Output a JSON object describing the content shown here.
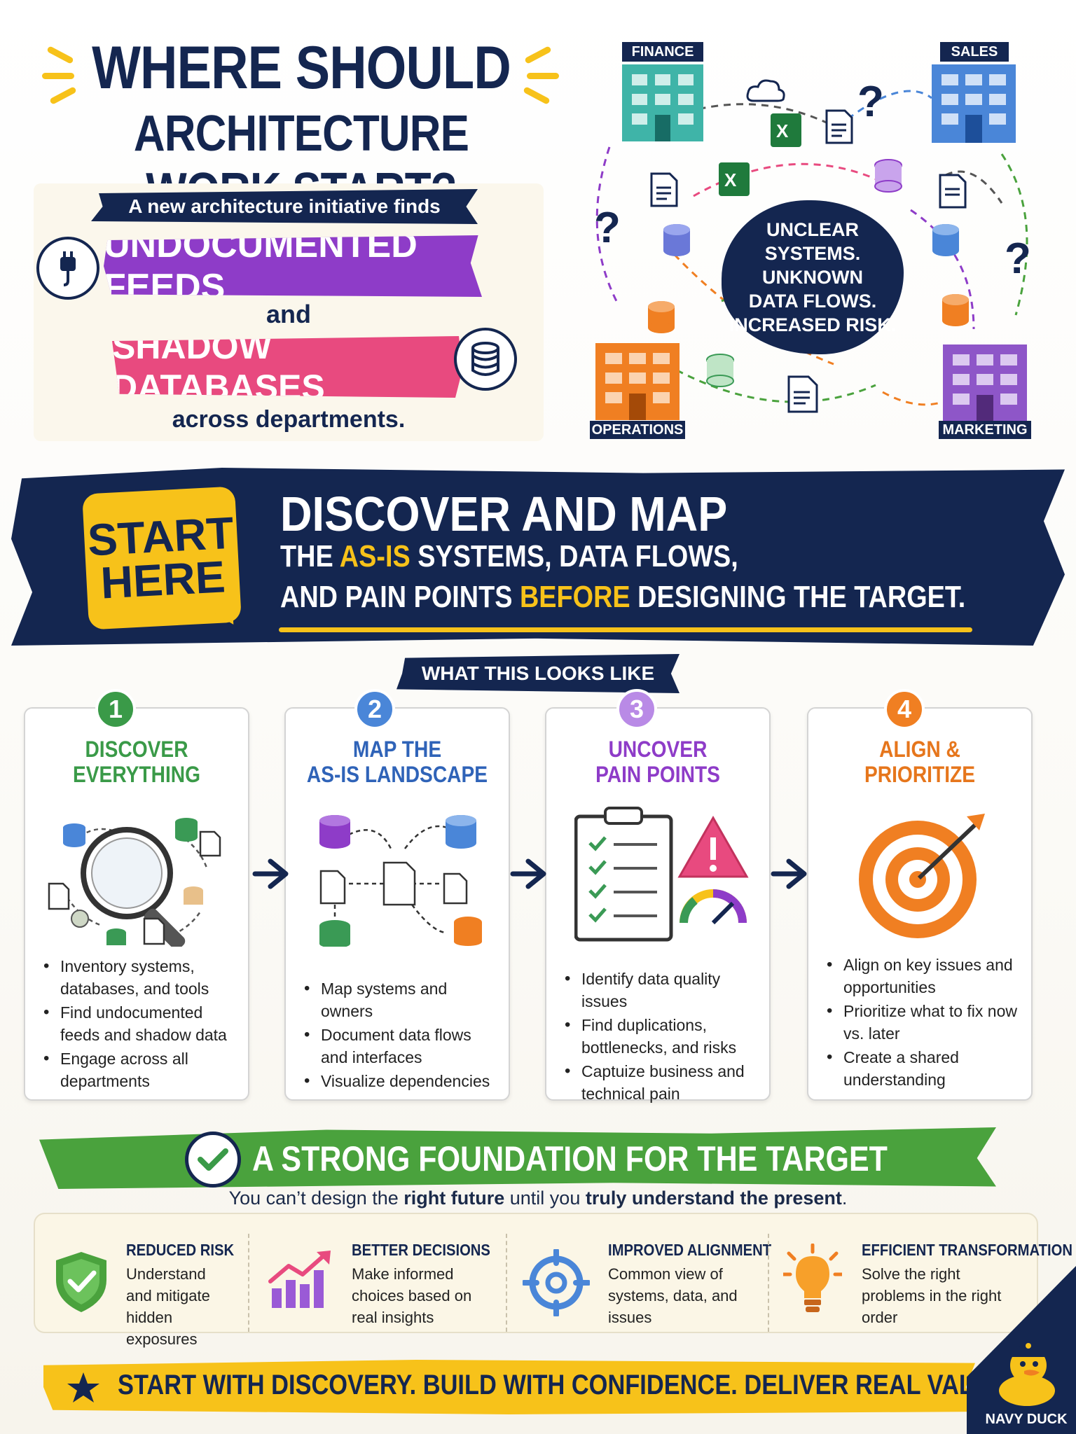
{
  "header": {
    "title_line1": "WHERE SHOULD",
    "title_line2": "ARCHITECTURE WORK START?"
  },
  "intro": {
    "lead": "A new architecture initiative finds",
    "highlight1": "UNDOCUMENTED FEEDS",
    "connector": "and",
    "highlight2": "SHADOW DATABASES",
    "tail": "across departments."
  },
  "map": {
    "finance": "FINANCE",
    "sales": "SALES",
    "operations": "OPERATIONS",
    "marketing": "MARKETING",
    "blob_line1": "UNCLEAR",
    "blob_line2": "SYSTEMS.",
    "blob_line3": "UNKNOWN",
    "blob_line4": "DATA FLOWS.",
    "blob_line5": "INCREASED RISK.",
    "qmark": "?"
  },
  "banner": {
    "start1": "START",
    "start2": "HERE",
    "title": "DISCOVER AND MAP",
    "sub1_a": "THE ",
    "sub1_hl": "AS-IS",
    "sub1_b": " SYSTEMS, DATA FLOWS,",
    "sub2_a": "AND PAIN POINTS ",
    "sub2_hl": "BEFORE",
    "sub2_b": " DESIGNING THE TARGET."
  },
  "what_tag": "WHAT THIS LOOKS LIKE",
  "steps": [
    {
      "num": "1",
      "title1": "DISCOVER",
      "title2": "EVERYTHING",
      "bullets": [
        "Inventory systems, databases, and tools",
        "Find undocumented feeds and shadow data",
        "Engage across all departments"
      ]
    },
    {
      "num": "2",
      "title1": "MAP THE",
      "title2": "AS-IS LANDSCAPE",
      "bullets": [
        "Map systems and owners",
        "Document data flows and interfaces",
        "Visualize dependencies"
      ]
    },
    {
      "num": "3",
      "title1": "UNCOVER",
      "title2": "PAIN POINTS",
      "bullets": [
        "Identify data quality issues",
        "Find duplications, bottlenecks, and risks",
        "Captuize business and technical pain"
      ]
    },
    {
      "num": "4",
      "title1": "ALIGN &",
      "title2": "PRIORITIZE",
      "bullets": [
        "Align on key issues and opportunities",
        "Prioritize what to fix now vs. later",
        "Create a shared understanding"
      ]
    }
  ],
  "foundation": {
    "title": "A STRONG FOUNDATION FOR THE TARGET",
    "sub_a": "You can’t design the ",
    "sub_b1": "right future",
    "sub_c": " until you ",
    "sub_b2": "truly understand the present",
    "sub_d": "."
  },
  "benefits": [
    {
      "title": "REDUCED RISK",
      "text": "Understand and mitigate hidden exposures"
    },
    {
      "title": "BETTER DECISIONS",
      "text": "Make informed choices based on real insights"
    },
    {
      "title": "IMPROVED ALIGNMENT",
      "text": "Common view of systems, data, and issues"
    },
    {
      "title": "EFFICIENT TRANSFORMATION",
      "text": "Solve the right problems in the right order"
    }
  ],
  "footer": {
    "tagline": "START WITH DISCOVERY. BUILD WITH CONFIDENCE. DELIVER REAL VALUE.",
    "brand": "NAVY DUCK"
  },
  "colors": {
    "navy": "#142650",
    "yellow": "#f7c21a",
    "green": "#4aa23d",
    "blue": "#4a86d8",
    "purple": "#8e3cc8",
    "orange": "#f07f22",
    "pink": "#e84a7f"
  }
}
